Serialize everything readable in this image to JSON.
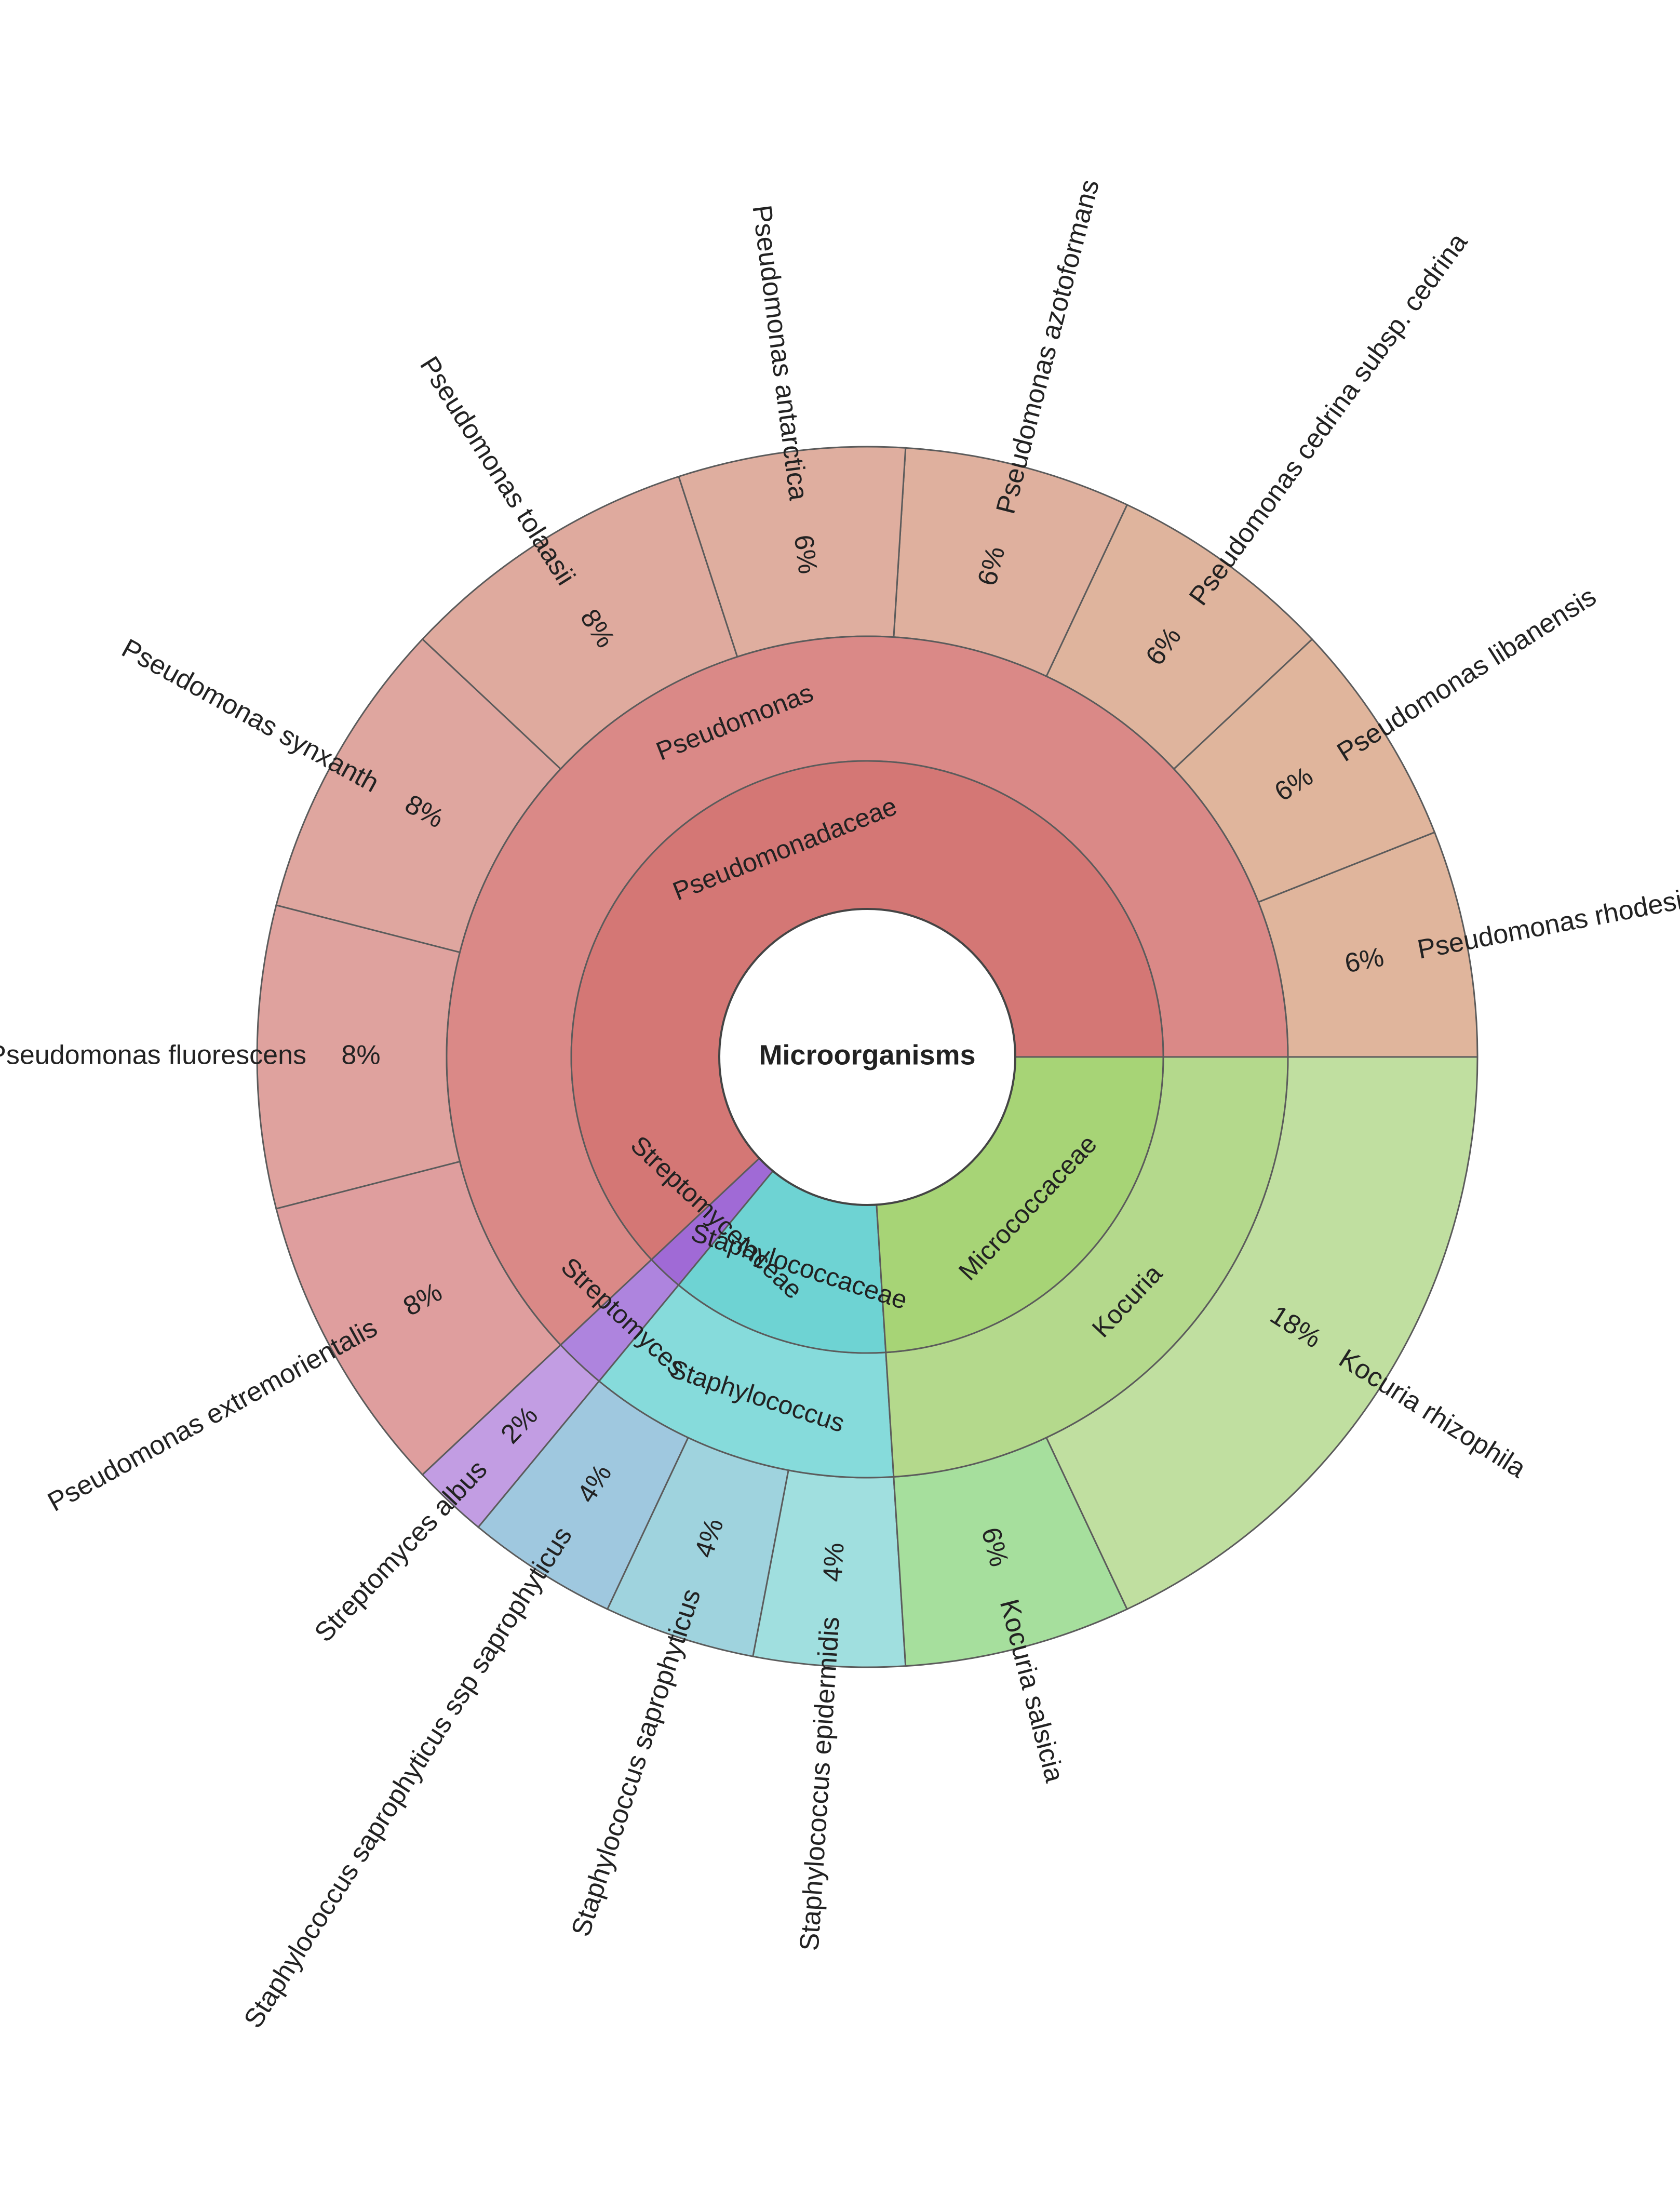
{
  "chart_data": {
    "type": "sunburst",
    "title": "Microorganisms",
    "start_angle_deg": 0,
    "direction": "counterclockwise",
    "families": [
      {
        "name": "Pseudomonadaceae",
        "color": "#d47775",
        "genera": [
          {
            "name": "Pseudomonas",
            "color": "#da8987",
            "species": [
              {
                "name": "Pseudomonas rhodesiae",
                "percent": "6%",
                "value": 6,
                "color": "#e0b59c"
              },
              {
                "name": "Pseudomonas libanensis",
                "percent": "6%",
                "value": 6,
                "color": "#e0b59c"
              },
              {
                "name": "Pseudomonas cedrina subsp. cedrina",
                "percent": "6%",
                "value": 6,
                "color": "#dfb49d"
              },
              {
                "name": "Pseudomonas azotoformans",
                "percent": "6%",
                "value": 6,
                "color": "#dfb09e"
              },
              {
                "name": "Pseudomonas antarctica",
                "percent": "6%",
                "value": 6,
                "color": "#dfae9f"
              },
              {
                "name": "Pseudomonas tolaasii",
                "percent": "8%",
                "value": 8,
                "color": "#dfaa9e"
              },
              {
                "name": "Pseudomonas synxanth",
                "percent": "8%",
                "value": 8,
                "color": "#dfa69f"
              },
              {
                "name": "Pseudomonas fluorescens",
                "percent": "8%",
                "value": 8,
                "color": "#dfa29e"
              },
              {
                "name": "Pseudomonas extremorientalis",
                "percent": "8%",
                "value": 8,
                "color": "#df9e9e"
              }
            ]
          }
        ]
      },
      {
        "name": "Streptomycetaceae",
        "color": "#a06ad6",
        "genera": [
          {
            "name": "Streptomyces",
            "color": "#ae84de",
            "species": [
              {
                "name": "Streptomyces albus",
                "percent": "2%",
                "value": 2,
                "color": "#c29de3"
              }
            ]
          }
        ]
      },
      {
        "name": "Staphylococcaceae",
        "color": "#6ed3d3",
        "genera": [
          {
            "name": "Staphylococcus",
            "color": "#86dbdb",
            "species": [
              {
                "name": "Staphylococcus saprophyticus ssp saprophyticus",
                "percent": "4%",
                "value": 4,
                "color": "#9fc8df"
              },
              {
                "name": "Staphylococcus saprophyticus",
                "percent": "4%",
                "value": 4,
                "color": "#9fd3de"
              },
              {
                "name": "Staphylococcus epidermidis",
                "percent": "4%",
                "value": 4,
                "color": "#a0dfdf"
              }
            ]
          }
        ]
      },
      {
        "name": "Micrococcaceae",
        "color": "#a7d476",
        "genera": [
          {
            "name": "Kocuria",
            "color": "#b4d98c",
            "species": [
              {
                "name": "Kocuria salsicia",
                "percent": "6%",
                "value": 6,
                "color": "#a6df9d"
              },
              {
                "name": "Kocuria rhizophila",
                "percent": "18%",
                "value": 18,
                "color": "#c0dfa0"
              }
            ]
          }
        ]
      }
    ]
  }
}
